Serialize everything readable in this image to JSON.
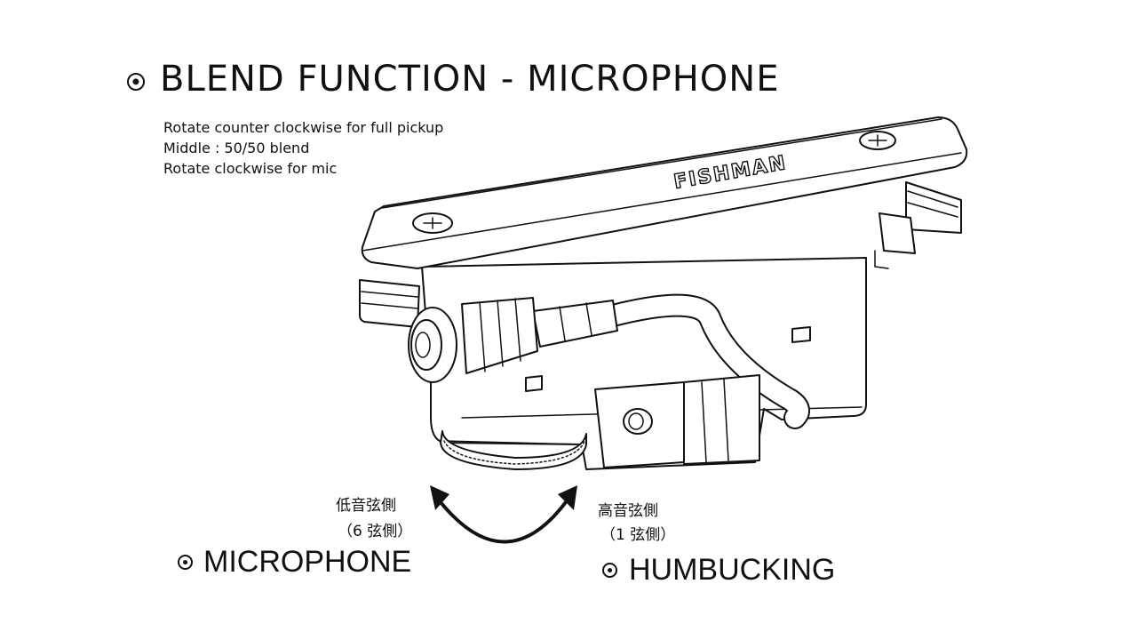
{
  "title": "BLEND FUNCTION - MICROPHONE",
  "instructions": [
    "Rotate counter clockwise for full pickup",
    "Middle : 50/50 blend",
    "Rotate clockwise for mic"
  ],
  "brand_logo": "FISHMAN",
  "bass_side": {
    "line1": "低音弦側",
    "line2": "（6 弦側）"
  },
  "treble_side": {
    "line1": "高音弦側",
    "line2": "（1 弦側）"
  },
  "modes": {
    "left": "MICROPHONE",
    "right": "HUMBUCKING"
  },
  "colors": {
    "ink": "#111111",
    "background": "#ffffff"
  }
}
